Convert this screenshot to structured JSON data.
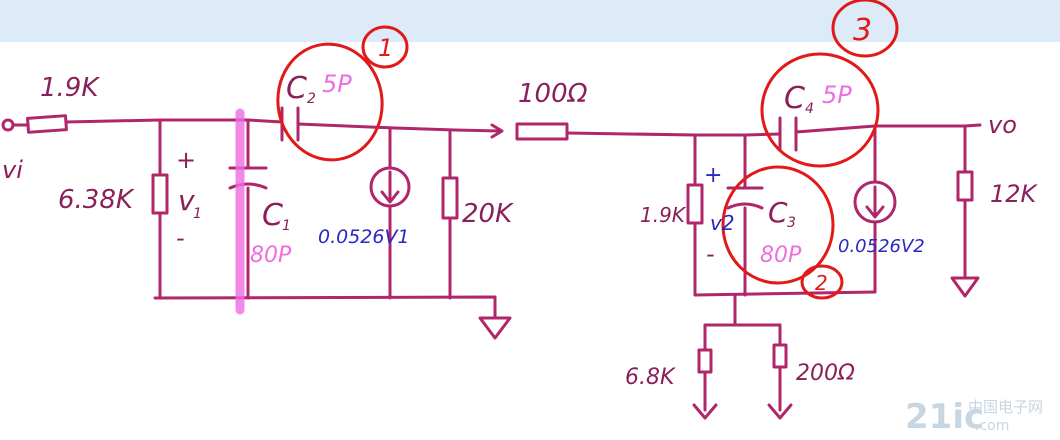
{
  "colors": {
    "background": "#dcebf7",
    "panel": "#ffffff",
    "wire": "#b0266a",
    "label": "#8a1f5a",
    "pink": "#ee6ee0",
    "blue": "#2a2abf",
    "red": "#e11919",
    "watermark": "#c8d6e2"
  },
  "labels": {
    "r_in": "1.9K",
    "c2": "C",
    "c2_sub": "2",
    "c2_val": "5P",
    "mark1": "1",
    "r_series": "100Ω",
    "c4": "C",
    "c4_sub": "4",
    "c4_val": "5P",
    "mark3": "3",
    "vo": "vo",
    "vi": "vi",
    "r_638": "6.38K",
    "plus1": "+",
    "v1": "v",
    "v1_sub": "1",
    "minus1": "-",
    "c1": "C",
    "c1_sub": "1",
    "c1_val": "80P",
    "src1": "0.0526V1",
    "r_20k": "20K",
    "r_19k2": "1.9K",
    "plus2": "+",
    "v2": "v2",
    "minus2": "-",
    "c3": "C",
    "c3_sub": "3",
    "c3_val": "80P",
    "mark2": "2",
    "src2": "0.0526V2",
    "r_12k": "12K",
    "r_68k": "6.8K",
    "r_200": "200Ω"
  },
  "watermark": {
    "brand": "21ic",
    "suffix": ".com",
    "cn": "中国电子网"
  }
}
